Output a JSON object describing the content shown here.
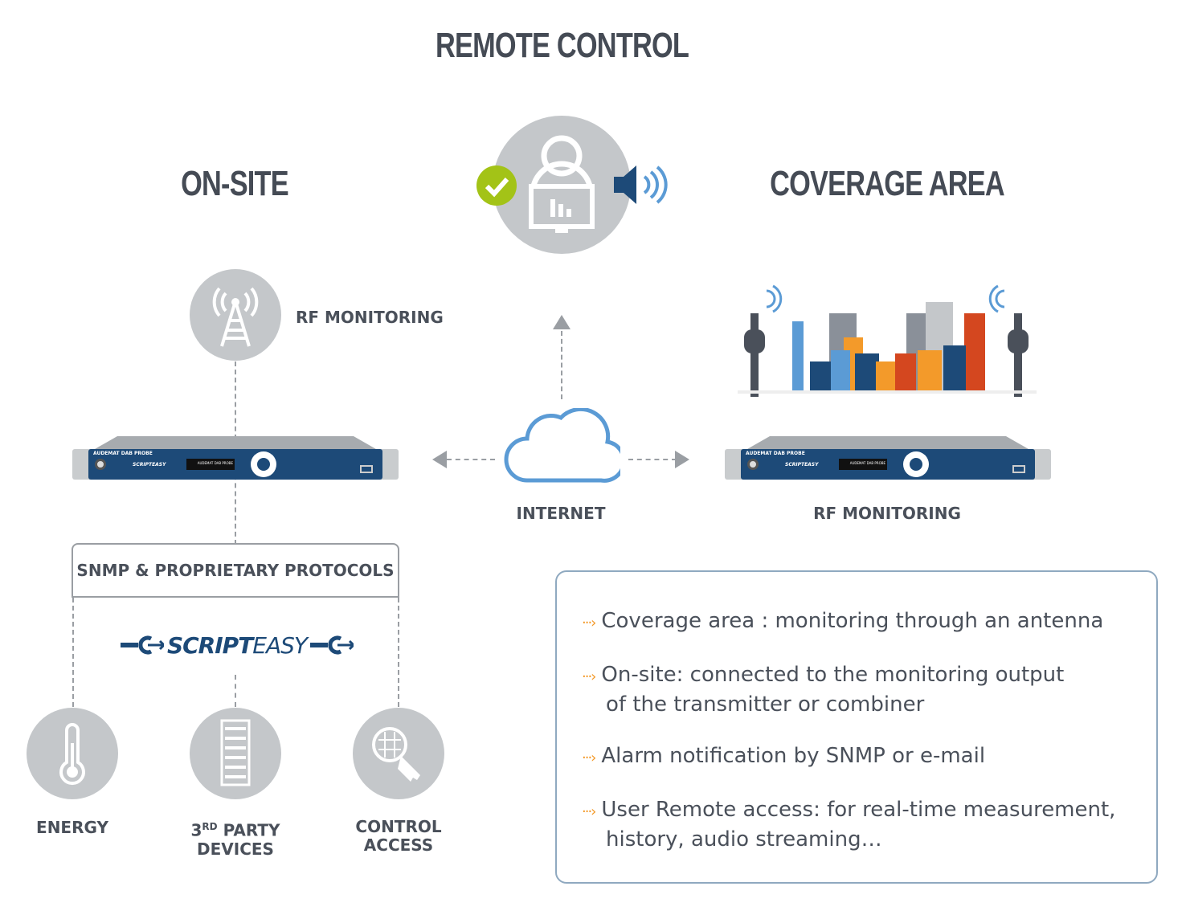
{
  "titles": {
    "remote": "REMOTE CONTROL",
    "onsite": "ON-SITE",
    "coverage": "COVERAGE AREA"
  },
  "labels": {
    "rf_onsite": "RF MONITORING",
    "internet": "INTERNET",
    "rf_coverage": "RF MONITORING",
    "protocols": "SNMP & PROPRIETARY PROTOCOLS",
    "energy": "ENERGY",
    "third_party_sup": "RD",
    "third_party_a": "3",
    "third_party_b": " PARTY",
    "third_party_c": "DEVICES",
    "control_a": "CONTROL",
    "control_b": "ACCESS"
  },
  "device": {
    "name": "AUDEMAT DAB PROBE",
    "display": "AUDEMAT DAB PROBE",
    "logo": "SCRIPTEASY"
  },
  "scripteasy": {
    "bold": "SCRIPT",
    "light": "EASY"
  },
  "bullets": [
    {
      "line1": "Coverage area : monitoring through an antenna"
    },
    {
      "line1": "On-site: connected to the monitoring output",
      "line2": "of the transmitter or combiner"
    },
    {
      "line1": "Alarm notification by SNMP or e-mail"
    },
    {
      "line1": "User Remote access: for real-time measurement,",
      "line2": "history, audio streaming…"
    }
  ],
  "colors": {
    "text": "#4a505a",
    "device": "#1d4a78",
    "icon_bg": "#c4c7ca",
    "check": "#a3c317",
    "accent": "#f39a2a",
    "cloud": "#5b9bd5"
  }
}
